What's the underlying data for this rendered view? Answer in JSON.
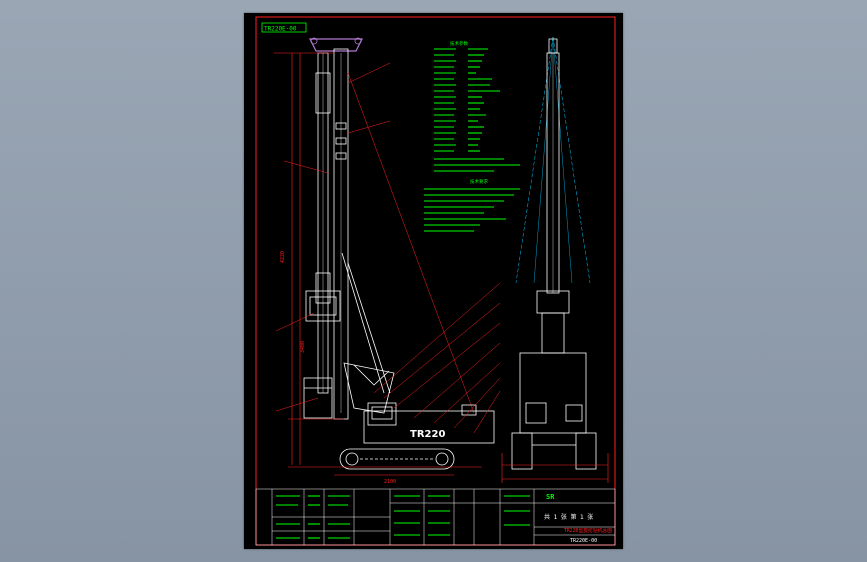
{
  "drawing": {
    "stamp_code": "TR220E-00",
    "model_label": "TR220",
    "title_block": {
      "name": "TR220型旋挖钻机总图",
      "code": "TR220E-00",
      "seal": "SR",
      "sheet_info": "共 1 张 第 1 张"
    },
    "dimension_values": [
      "4220",
      "3400",
      "2100"
    ],
    "technical_requirements_heading": "技术要求",
    "parameters_heading": "技术参数"
  },
  "colors": {
    "frame_red": "#ff2020",
    "line_white": "#ffffff",
    "text_green": "#00ff00",
    "guide_cyan": "#00c8ff",
    "leader_red": "#ff2020",
    "sheet_bg": "#000000",
    "desk_bg": "#8a97a7",
    "seal_green": "#00ff00",
    "mast_accent": "#b07ad0"
  }
}
